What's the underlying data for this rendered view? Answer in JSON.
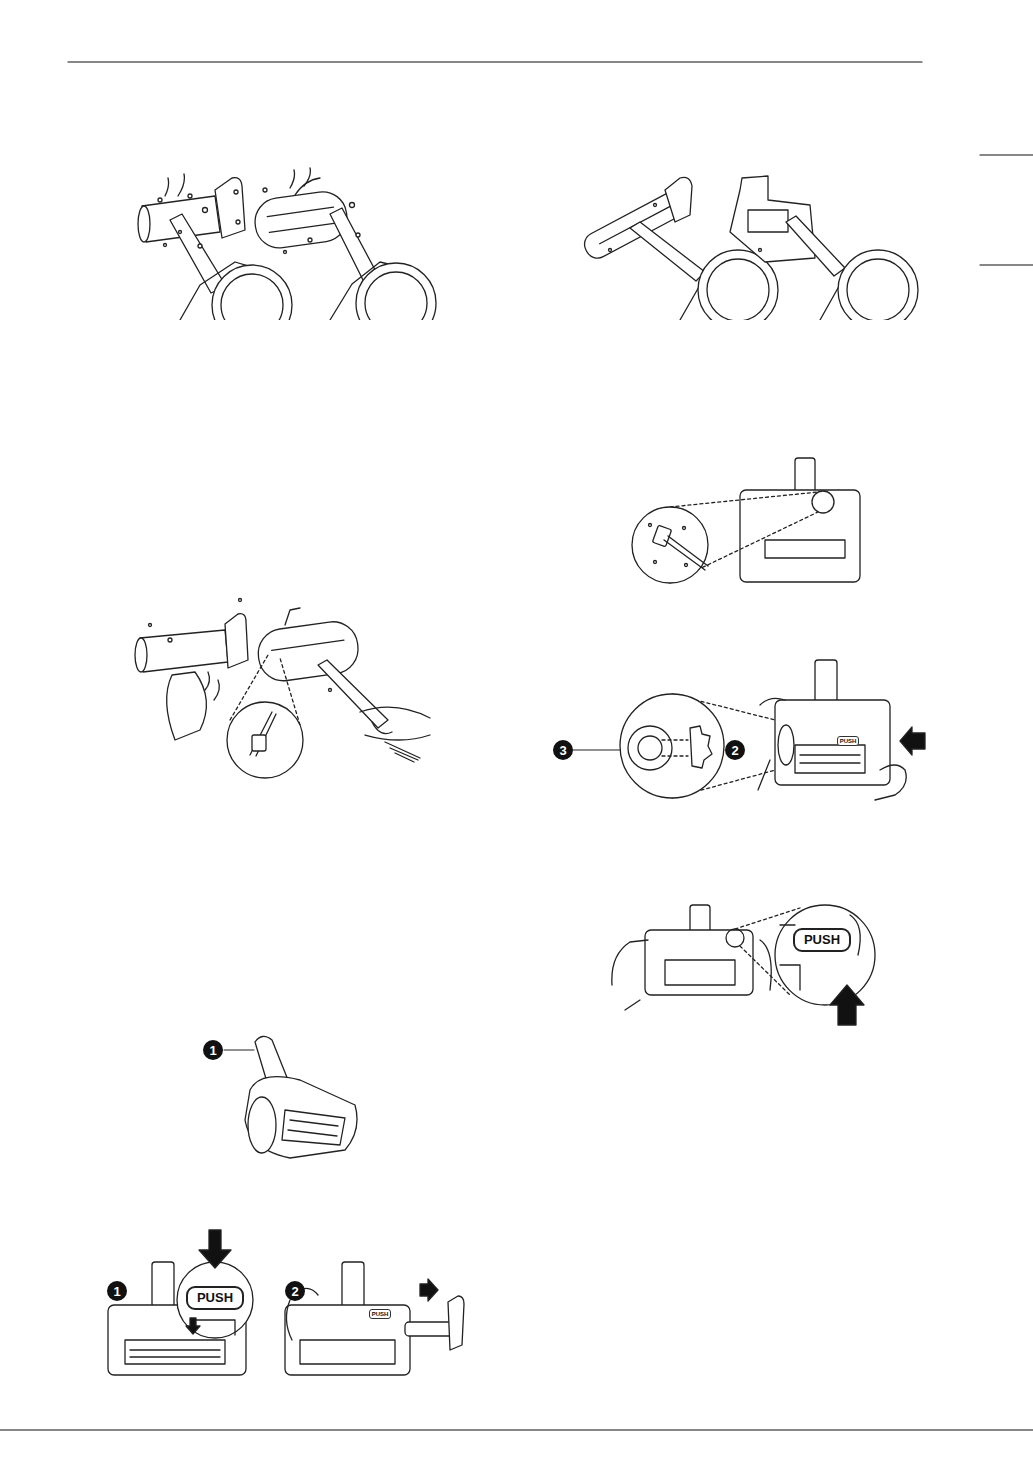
{
  "diagram": {
    "nodes": [
      {
        "text": [
          "1"
        ]
      },
      {
        "text": [
          "1"
        ]
      },
      {
        "text": [
          "PUSH"
        ]
      },
      {
        "text": [
          "2"
        ]
      },
      {
        "text": [
          "PUSH"
        ]
      },
      {
        "text": [
          "3"
        ]
      },
      {
        "text": [
          "2"
        ]
      },
      {
        "text": [
          "PUSH"
        ]
      },
      {
        "text": [
          "PUSH"
        ]
      }
    ]
  }
}
